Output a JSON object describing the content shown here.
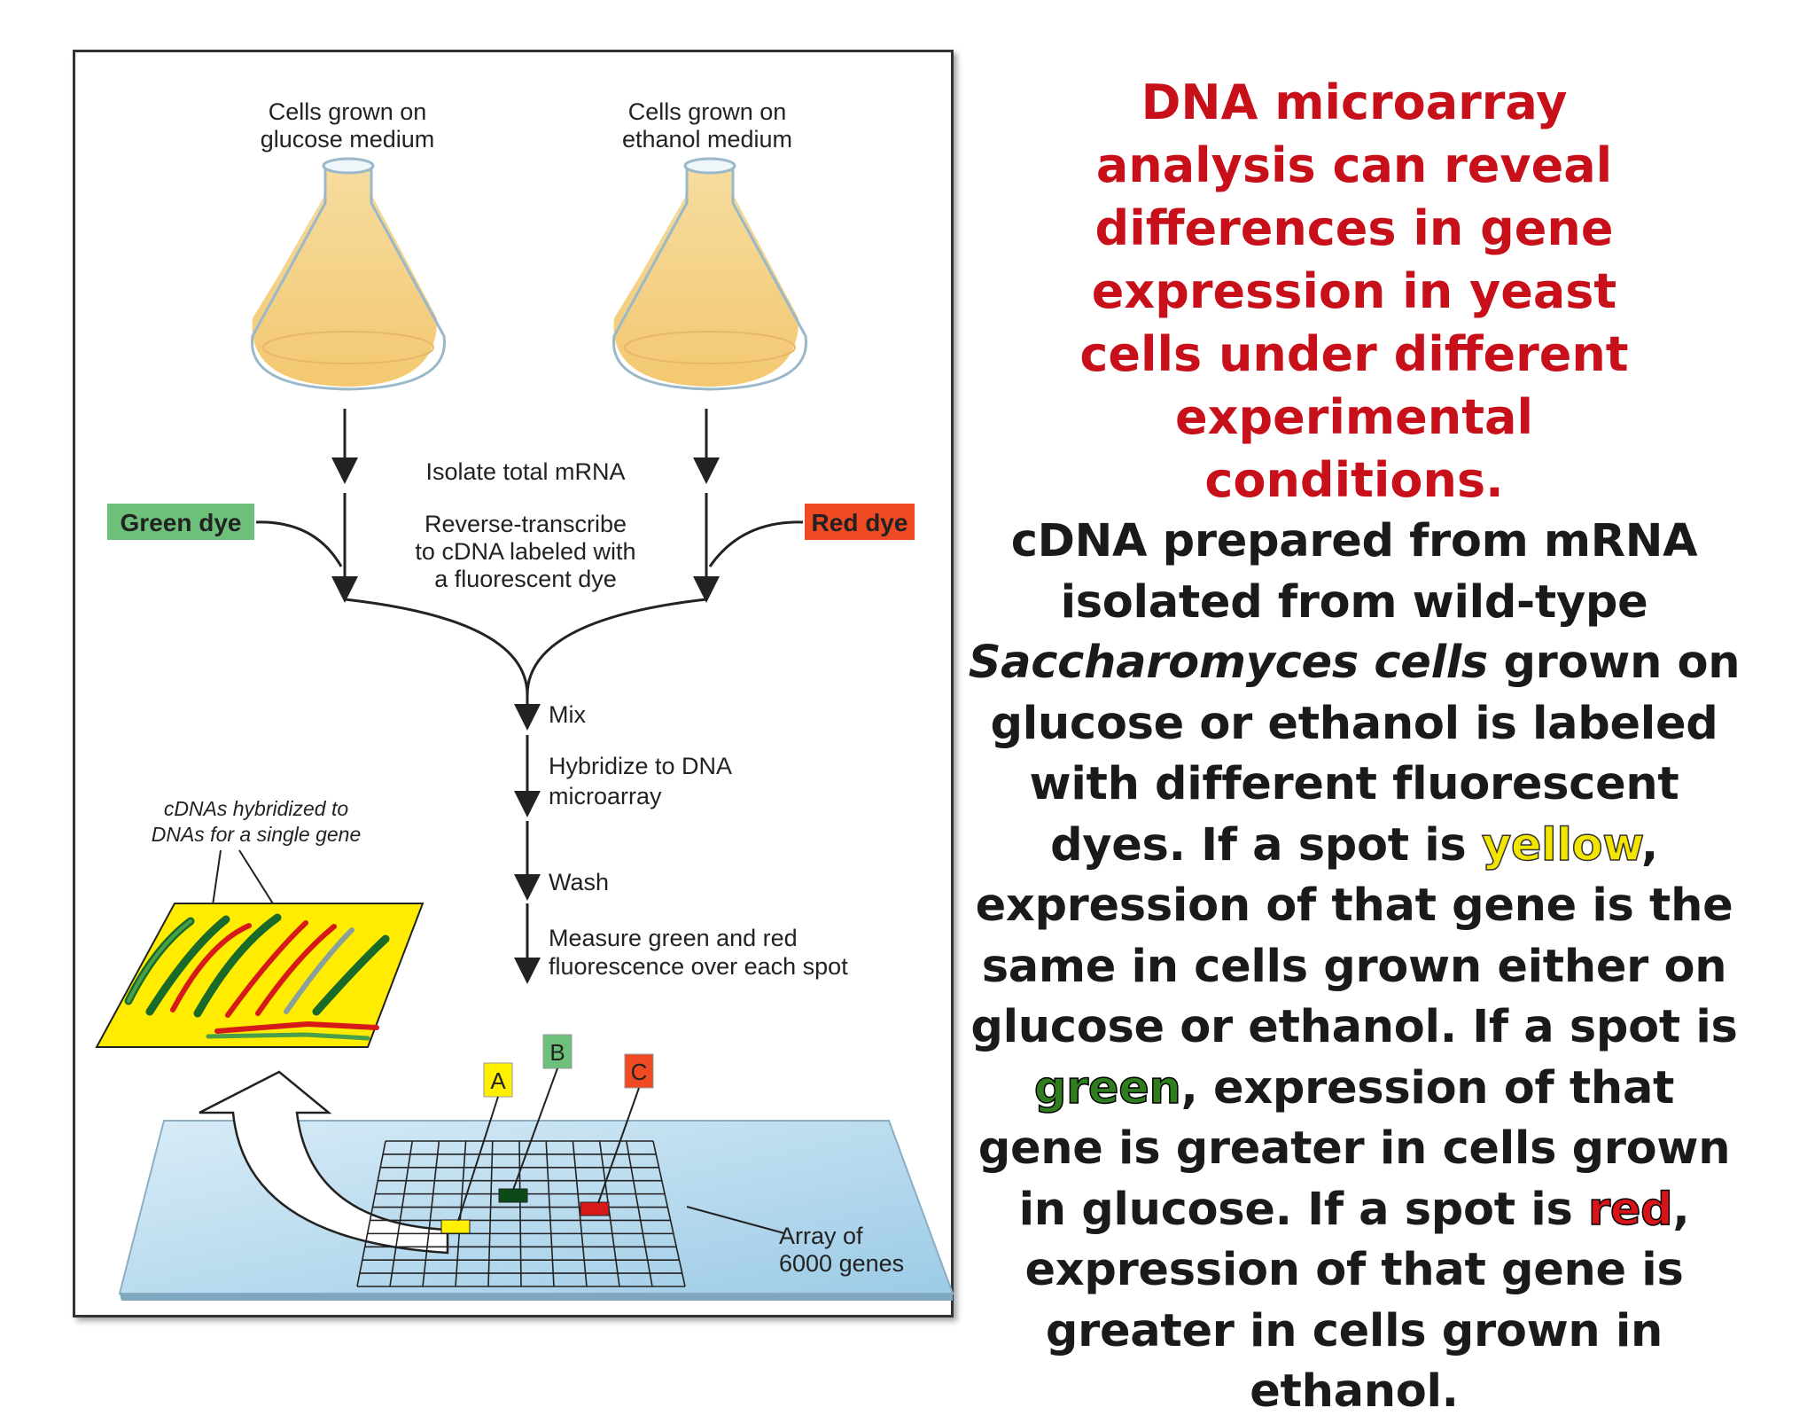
{
  "figure": {
    "flask_left_label": [
      "Cells grown on",
      "glucose medium"
    ],
    "flask_right_label": [
      "Cells grown on",
      "ethanol medium"
    ],
    "isolate_label": "Isolate total mRNA",
    "reverse_label": [
      "Reverse-transcribe",
      "to cDNA labeled with",
      "a fluorescent dye"
    ],
    "green_dye": "Green dye",
    "red_dye": "Red dye",
    "mix": "Mix",
    "hybridize": [
      "Hybridize to DNA",
      "microarray"
    ],
    "wash": "Wash",
    "measure": [
      "Measure green and red",
      "fluorescence over each spot"
    ],
    "cdna_label": [
      "cDNAs hybridized to",
      "DNAs for a single gene"
    ],
    "spot_a": "A",
    "spot_b": "B",
    "spot_c": "C",
    "array_label": [
      "Array of",
      "6000 genes"
    ],
    "colors": {
      "green_dye": "#6cc07a",
      "red_dye": "#ef4a22",
      "spot_yellow": "#fff000",
      "spot_green": "#0d4a1a",
      "spot_red": "#d61a1a"
    }
  },
  "text": {
    "headline": "DNA microarray analysis can reveal differences in gene expression in yeast cells under different experimental conditions.",
    "p1": "cDNA prepared from mRNA isolated from wild-type",
    "p1_italic": "Saccharomyces cells",
    "p2": "grown on glucose or ethanol is labeled with different fluorescent dyes. If a spot is",
    "w_yellow": "yellow",
    "p3": ", expression of that gene is the same in cells grown either on glucose or ethanol. If a spot is",
    "w_green": "green",
    "p4": ", expression of that gene is greater in cells grown in glucose. If a spot is",
    "w_red": "red",
    "p5": ", expression of that gene is greater in cells grown in ethanol."
  }
}
